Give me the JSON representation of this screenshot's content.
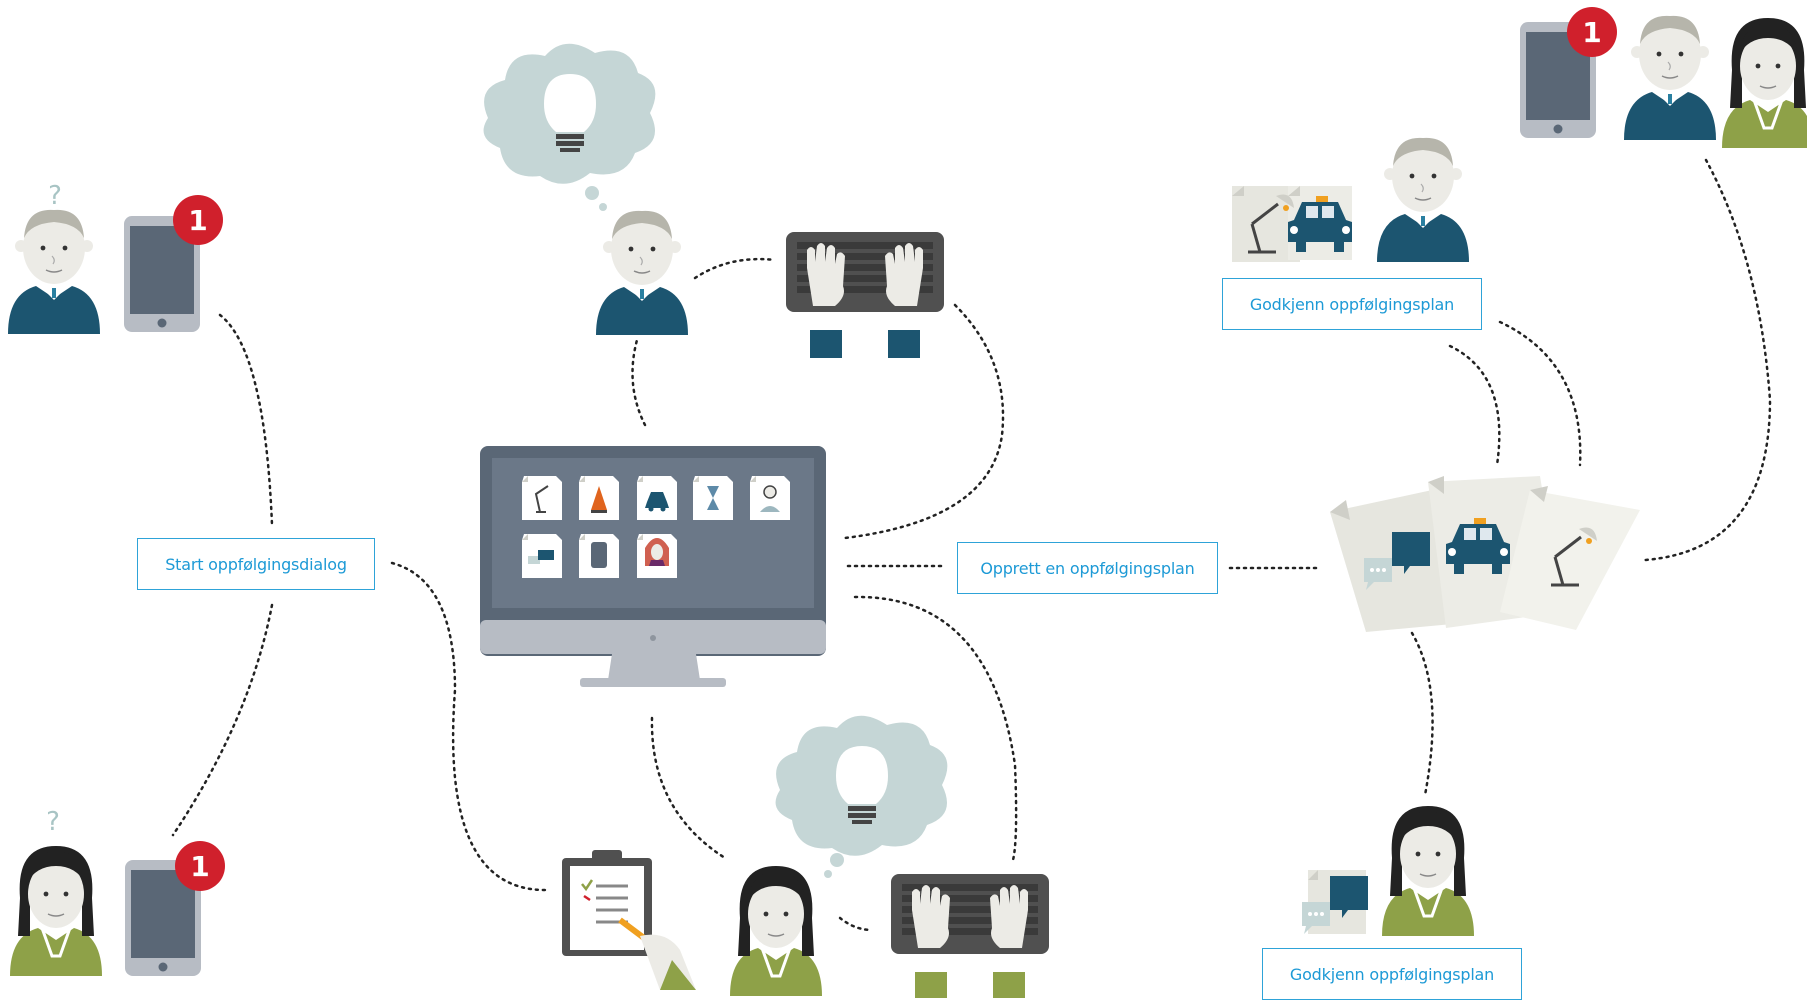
{
  "labels": {
    "start_dialog": "Start oppfølgingsdialog",
    "create_plan": "Opprett en oppfølgingsplan",
    "approve_plan_top": "Godkjenn oppfølgingsplan",
    "approve_plan_bottom": "Godkjenn oppfølgingsplan"
  },
  "badges": {
    "notification_count": "1"
  },
  "question_mark": "?",
  "colors": {
    "label_border": "#2ea3d8",
    "label_text": "#1d9ad6",
    "badge_red": "#d0202c",
    "sweater_blue": "#1c5570",
    "shirt_green": "#8ea148",
    "device_gray": "#5a6776",
    "keyboard_dark": "#505050",
    "thought_cloud": "#c5d6d6",
    "paper": "#ecece6"
  }
}
